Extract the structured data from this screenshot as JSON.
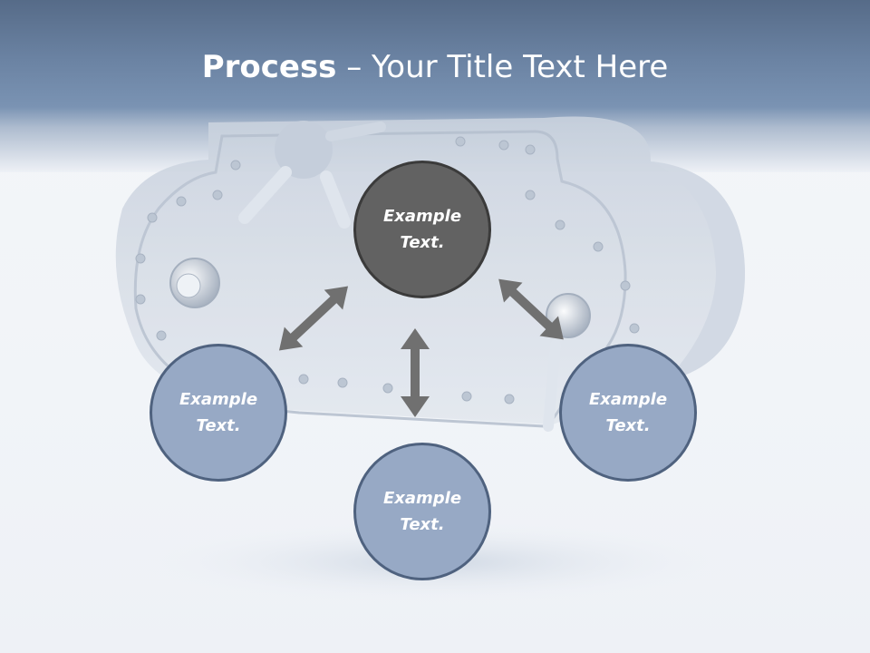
{
  "slide": {
    "title_bold": "Process",
    "title_rest": " – Your Title Text Here"
  },
  "nodes": {
    "center": "Example Text.",
    "left": "Example Text.",
    "bottom": "Example Text.",
    "right": "Example Text."
  },
  "colors": {
    "header": "#6b83a3",
    "center_node": "#626262",
    "side_node": "#97a9c5",
    "node_border": "#4f627f",
    "arrow": "#707070"
  }
}
